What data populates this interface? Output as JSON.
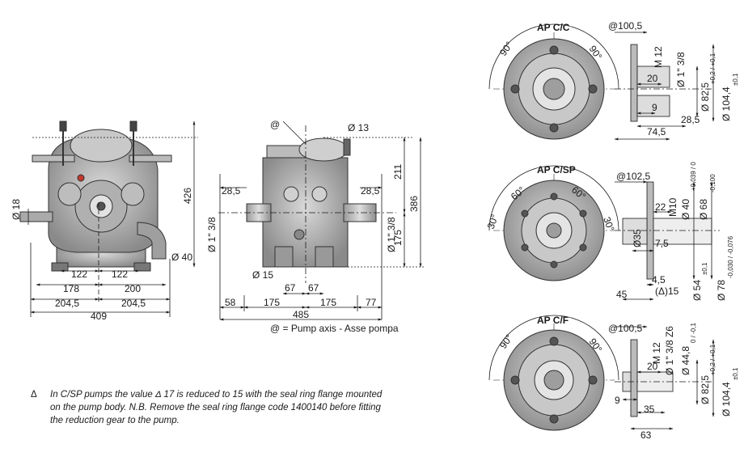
{
  "front_view": {
    "dims": {
      "d18": "Ø 18",
      "h426": "426",
      "d40": "Ø 40",
      "w122a": "122",
      "w122b": "122",
      "w178": "178",
      "w200": "200",
      "w204a": "204,5",
      "w204b": "204,5",
      "w409": "409"
    }
  },
  "side_view": {
    "dims": {
      "axis_mark": "@",
      "d13": "Ø 13",
      "l28a": "28,5",
      "l28b": "28,5",
      "h211": "211",
      "h386": "386",
      "h175": "175",
      "dl": "Ø 1\" 3/8",
      "dr": "Ø 1\" 3/8",
      "d15": "Ø 15",
      "w67a": "67",
      "w67b": "67",
      "w58": "58",
      "w175a": "175",
      "w175b": "175",
      "w77": "77",
      "w485": "485"
    },
    "legend": "@ = Pump axis - Asse pompa"
  },
  "flanges": [
    {
      "title": "AP C/C",
      "angles": [
        "90°",
        "90°"
      ],
      "dims": {
        "top": "@100,5",
        "thread": "M 12",
        "shaft": "Ø 1\" 3/8",
        "w20": "20",
        "w9": "9",
        "w28": "28,5",
        "w74": "74,5",
        "d82": "Ø 82,5",
        "d82tol": "+0,2 / +0,1",
        "d104": "Ø 104,4",
        "d104tol": "±0,1"
      }
    },
    {
      "title": "AP C/SP",
      "angles": [
        "60°",
        "60°",
        "30°",
        "30°"
      ],
      "dims": {
        "top": "@102,5",
        "thread": "M10",
        "w22": "22",
        "d40": "Ø 40",
        "d40tol": "+0,039 / 0",
        "d68": "Ø 68",
        "d68tol": "-0,100",
        "d35": "Ø35",
        "w75": "7,5",
        "w45": "4,5",
        "delta": "(Δ)15",
        "w45b": "45",
        "d54": "Ø 54",
        "d54tol": "±0,1",
        "d78": "Ø 78",
        "d78tol": "-0,030 / -0,076"
      }
    },
    {
      "title": "AP C/F",
      "angles": [
        "90°",
        "90°"
      ],
      "dims": {
        "top": "@100,5",
        "thread": "M 12",
        "shaft": "Ø 1\" 3/8 Z6",
        "d44": "Ø 44,8",
        "d44tol": "0 / -0,1",
        "w20": "20",
        "w9": "9",
        "w35": "35",
        "w63": "63",
        "d82": "Ø 82,5",
        "d82tol": "+0,2 / +0,1",
        "d104": "Ø 104,4",
        "d104tol": "±0,1"
      }
    }
  ],
  "note": {
    "mark": "Δ",
    "text": "In C/SP pumps the value Δ 17 is reduced to 15 with the seal ring flange mounted on the pump body. N.B. Remove the seal ring flange code 1400140 before fitting the reduction gear to the pump."
  }
}
